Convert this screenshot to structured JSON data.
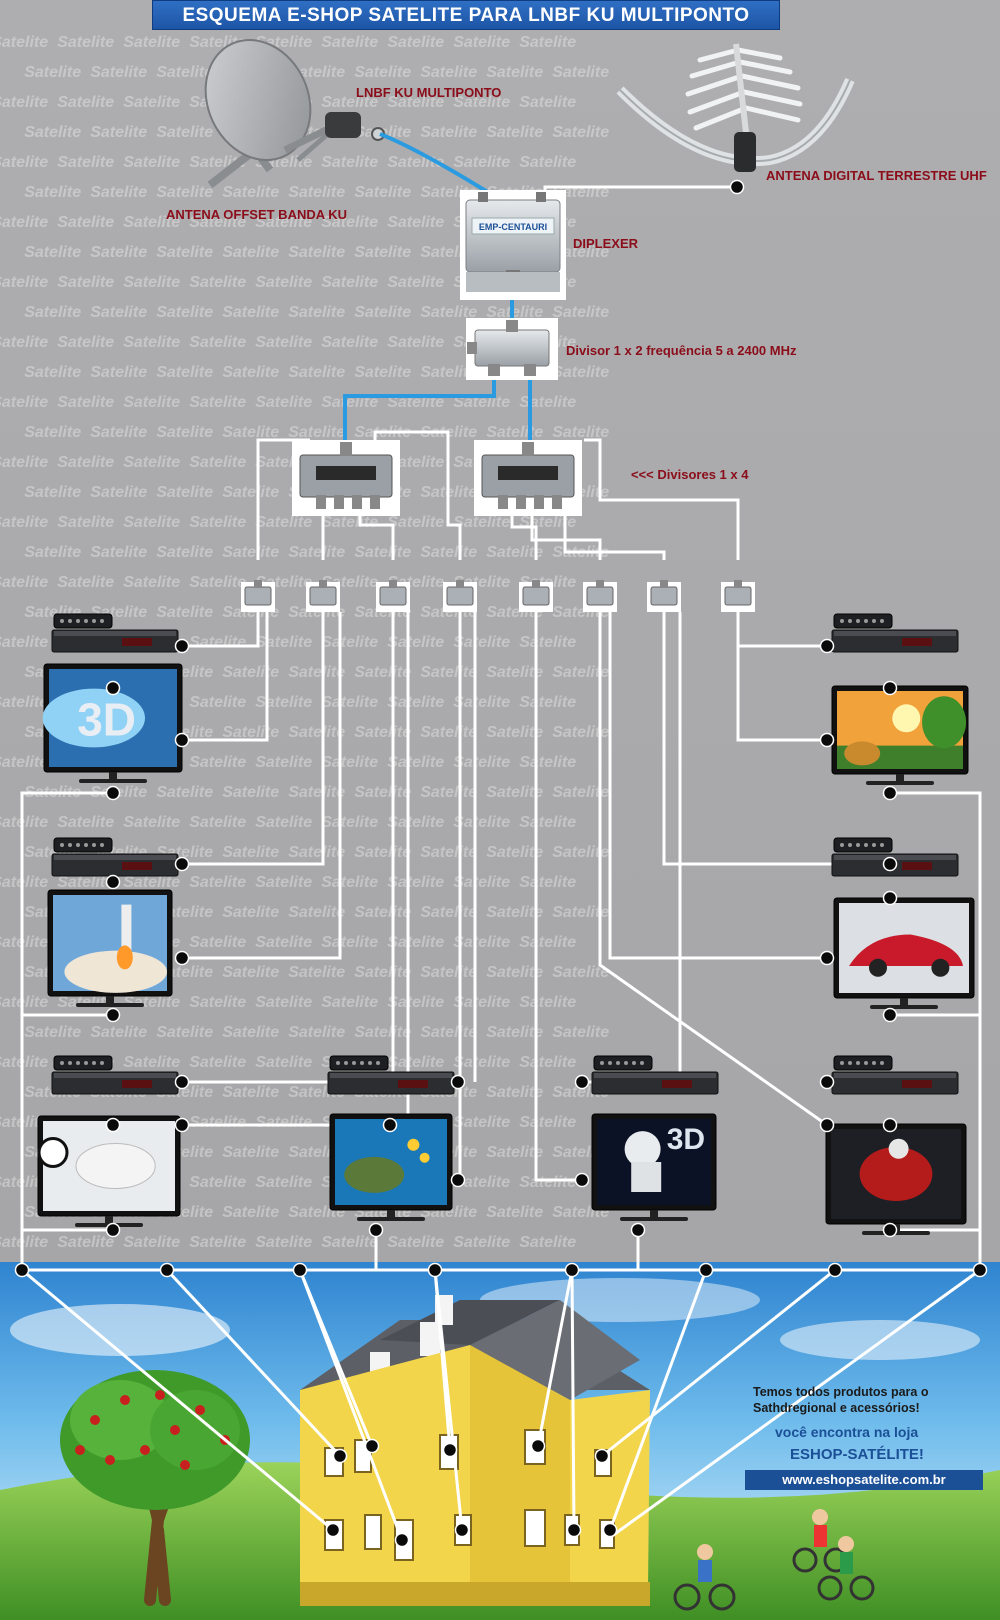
{
  "title": "ESQUEMA E-SHOP SATELITE PARA LNBF KU MULTIPONTO",
  "labels": {
    "lnbf": "LNBF KU MULTIPONTO",
    "antena_offset": "ANTENA OFFSET BANDA KU",
    "antena_uhf": "ANTENA DIGITAL TERRESTRE UHF",
    "diplexer": "DIPLEXER",
    "divisor_1x2": "Divisor 1 x 2 frequência 5 a 2400 MHz",
    "divisores_1x4": "<<<  Divisores 1 x 4"
  },
  "device_text": {
    "diplexer_brand": "EMP-CENTAURI"
  },
  "watermark": "Satelite",
  "promo": {
    "line1": "Temos todos produtos para o Sathdregional e acessórios!",
    "line2": "você encontra na loja",
    "line3": "ESHOP-SATÉLITE!",
    "url": "www.eshopsatelite.com.br"
  },
  "colors": {
    "background": "#a9a9ab",
    "title_bar": "#1d55a6",
    "label_red": "#8b0d1a",
    "cable_blue": "#2a9be0",
    "cable_white": "#ffffff",
    "house_yellow": "#f2d54a",
    "roof_gray": "#5c5f66",
    "sky_blue": "#5fb2e8",
    "grass_green": "#6fbd3a"
  },
  "tv_scenes": [
    "3d-splash",
    "lion-sunset",
    "rocket-launch",
    "red-car",
    "soccer",
    "sea-turtle",
    "astronaut-3d",
    "football"
  ]
}
